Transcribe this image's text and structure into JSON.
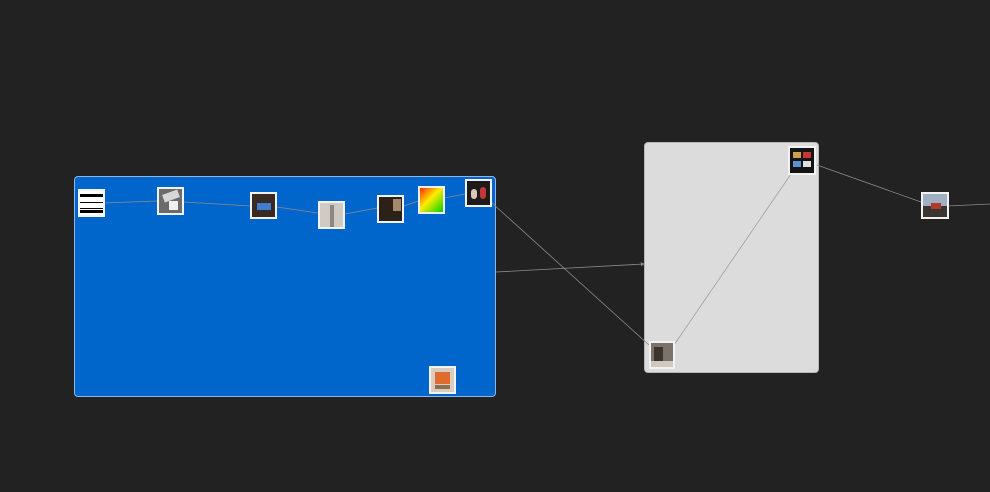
{
  "canvas": {
    "background": "#222222",
    "edge_color": "#8a8a8a"
  },
  "groups": [
    {
      "id": "group-blue",
      "fill": "#0066cc",
      "border": "#8fb6e6"
    },
    {
      "id": "group-gray",
      "fill": "#dcdcdc",
      "border": "#b8b8b8"
    }
  ],
  "nodes": [
    {
      "id": "n1",
      "group": "group-blue",
      "thumbnail": "striped-pattern-thumbnail"
    },
    {
      "id": "n2",
      "group": "group-blue",
      "thumbnail": "grayscale-photo-thumbnail"
    },
    {
      "id": "n3",
      "group": "group-blue",
      "thumbnail": "dark-room-screen-thumbnail"
    },
    {
      "id": "n4",
      "group": "group-blue",
      "thumbnail": "hallway-photo-thumbnail"
    },
    {
      "id": "n5",
      "group": "group-blue",
      "thumbnail": "interior-photo-thumbnail"
    },
    {
      "id": "n6",
      "group": "group-blue",
      "thumbnail": "color-gradient-thumbnail"
    },
    {
      "id": "n7",
      "group": "group-blue",
      "thumbnail": "people-photo-thumbnail"
    },
    {
      "id": "n8",
      "group": "group-blue",
      "thumbnail": "bookshelf-photo-thumbnail"
    },
    {
      "id": "n9",
      "group": "group-gray",
      "thumbnail": "street-photo-thumbnail"
    },
    {
      "id": "n10",
      "group": "group-gray",
      "thumbnail": "dark-collage-thumbnail"
    },
    {
      "id": "n11",
      "group": null,
      "thumbnail": "landscape-photo-thumbnail"
    }
  ]
}
